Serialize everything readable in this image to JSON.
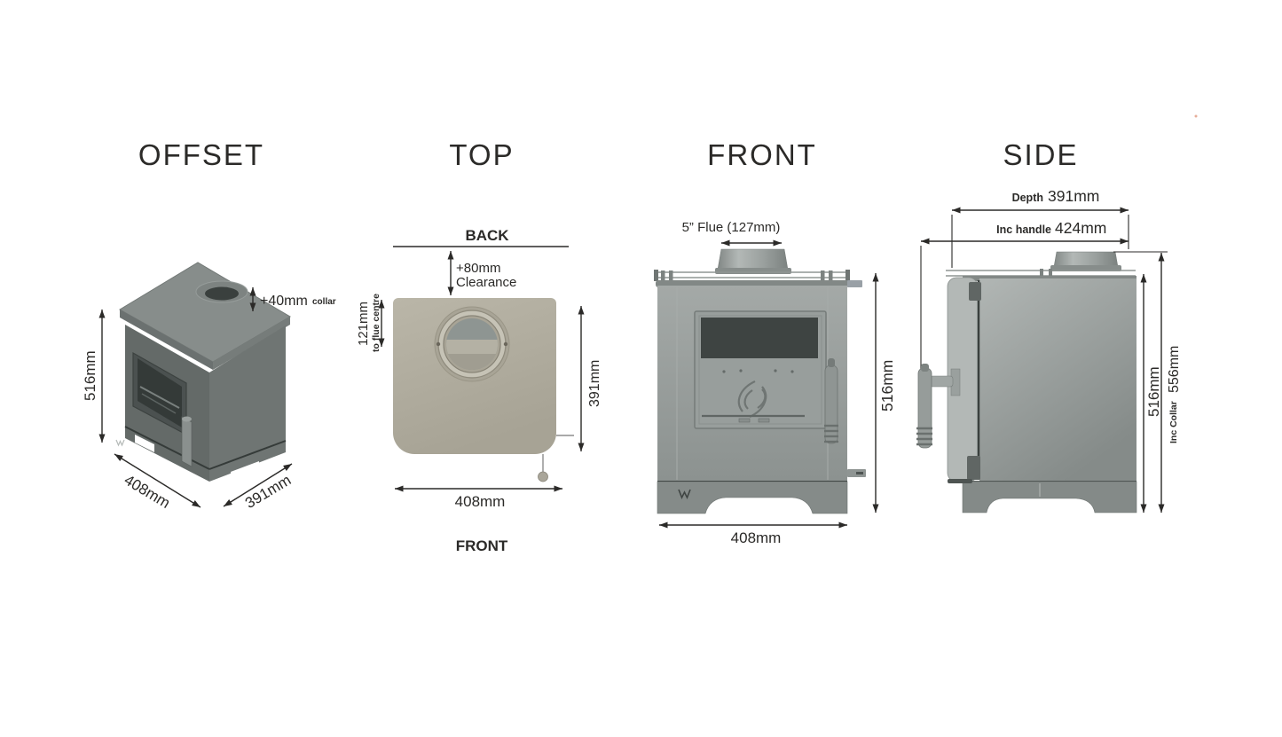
{
  "colors": {
    "line": "#2b2a28",
    "body_gray": "#959b99",
    "plate_tan": "#b2ae9f",
    "window_dark": "#3e4442",
    "background": "#ffffff"
  },
  "offset_view": {
    "title": "OFFSET",
    "height": "516mm",
    "width": "408mm",
    "depth": "391mm",
    "collar_height": "+40mm",
    "collar_note": "collar"
  },
  "top_view": {
    "title": "TOP",
    "back_label": "BACK",
    "front_label": "FRONT",
    "clearance_value": "+80mm",
    "clearance_label": "Clearance",
    "flue_centre_value": "121mm",
    "flue_centre_label": "to flue centre",
    "depth": "391mm",
    "width": "408mm"
  },
  "front_view": {
    "title": "FRONT",
    "flue_label": "5” Flue (127mm)",
    "height": "516mm",
    "width": "408mm"
  },
  "side_view": {
    "title": "SIDE",
    "depth_label": "Depth",
    "depth_value": "391mm",
    "inc_handle_label": "Inc handle",
    "inc_handle_value": "424mm",
    "height": "516mm",
    "inc_collar_label": "Inc Collar",
    "inc_collar_value": "556mm"
  }
}
